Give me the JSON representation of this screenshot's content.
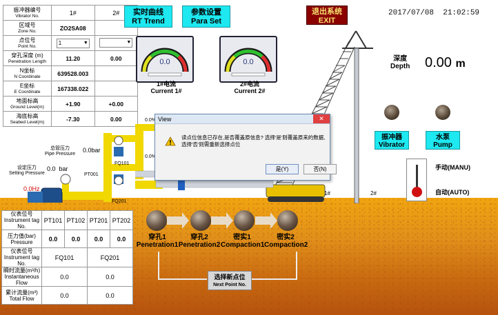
{
  "header": {
    "rt_trend_cn": "实时曲线",
    "rt_trend_en": "RT Trend",
    "para_set_cn": "参数设置",
    "para_set_en": "Para Set",
    "exit_cn": "退出系统",
    "exit_en": "EXIT",
    "datetime": "2017/07/08  21:02:59"
  },
  "vibrator_table": {
    "vibrator_no_cn": "振冲器编号",
    "vibrator_no_en": "Vibrator No.",
    "col1": "1#",
    "col2": "2#",
    "zone_cn": "区域号",
    "zone_en": "Zone No.",
    "zone_val": "ZO2SA08",
    "point_cn": "点位号",
    "point_en": "Point No.",
    "point_sel1": "1",
    "point_sel2": "",
    "pen_cn": "穿孔深度 (m)",
    "pen_en": "Penetration Length",
    "pen1": "11.20",
    "pen2": "0.00",
    "n_cn": "N坐标",
    "n_en": "N Coordinate",
    "n_val": "639528.003",
    "e_cn": "E坐标",
    "e_en": "E Coordinate",
    "e_val": "167338.022",
    "ground_cn": "地面标高",
    "ground_en": "Ground Level(m)",
    "ground1": "+1.90",
    "ground2": "+0.00",
    "seabed_cn": "海底标高",
    "seabed_en": "Seabed Level(m)",
    "seabed1": "-7.30",
    "seabed2": "0.00"
  },
  "gauges": {
    "g1_value": "0.0",
    "g1_cn": "1#电流",
    "g1_en": "Current 1#",
    "g2_value": "0.0",
    "g2_cn": "2#电流",
    "g2_en": "Current 2#"
  },
  "depth": {
    "cn": "深度",
    "en": "Depth",
    "value": "0.00",
    "unit": "m"
  },
  "controls": {
    "vibrator_cn": "振冲器",
    "vibrator_en": "Vibrator",
    "pump_cn": "水泵",
    "pump_en": "Pump",
    "manu": "手动(MANU)",
    "auto": "自动(AUTO)"
  },
  "piping": {
    "pipe_pressure_cn": "总管压力",
    "pipe_pressure_en": "Pipe Pressure",
    "pipe_pressure_val": "0.0bar",
    "setting_pressure_cn": "设定压力",
    "setting_pressure_en": "Setting Pressure",
    "setting_pressure_val": "0.0  bar",
    "hz": "0.0Hz",
    "pt001": "PT001",
    "fq101": "FQ101",
    "fq201": "FQ201",
    "pct1": "0.0%",
    "pct2": "0.0%",
    "crane1": "1#",
    "crane2": "2#"
  },
  "dialog": {
    "title": "View",
    "close": "✕",
    "message": "读点位信息已存在,是否覆盖原信息? 选择'是'则覆盖原来的数据,选择'否'则需重新选择点位",
    "yes": "是(Y)",
    "no": "否(N)"
  },
  "steps": {
    "s1_cn": "穿孔1",
    "s1_en": "Penetration1",
    "s2_cn": "穿孔2",
    "s2_en": "Penetration2",
    "s3_cn": "密实1",
    "s3_en": "Compaction1",
    "s4_cn": "密实2",
    "s4_en": "Compaction2",
    "next_cn": "选择新点位",
    "next_en": "Next Point No."
  },
  "instrument_table": {
    "tag_cn": "仪表位号",
    "tag_en": "Instrument tag No.",
    "pt101": "PT101",
    "pt102": "PT102",
    "pt201": "PT201",
    "pt202": "PT202",
    "pressure_cn": "压力值(bar)",
    "pressure_en": "Pressure",
    "p1": "0.0",
    "p2": "0.0",
    "p3": "0.0",
    "p4": "0.0",
    "tag2_cn": "仪表位号",
    "tag2_en": "Instrument tag No.",
    "fq101": "FQ101",
    "fq201": "FQ201",
    "inst_cn": "瞬时流量(m³/h)",
    "inst_en": "Instantaneous Flow",
    "inst1": "0.0",
    "inst2": "0.0",
    "total_cn": "累计流量(m³)",
    "total_en": "Total Flow",
    "total1": "0.0",
    "total2": "0.0"
  }
}
